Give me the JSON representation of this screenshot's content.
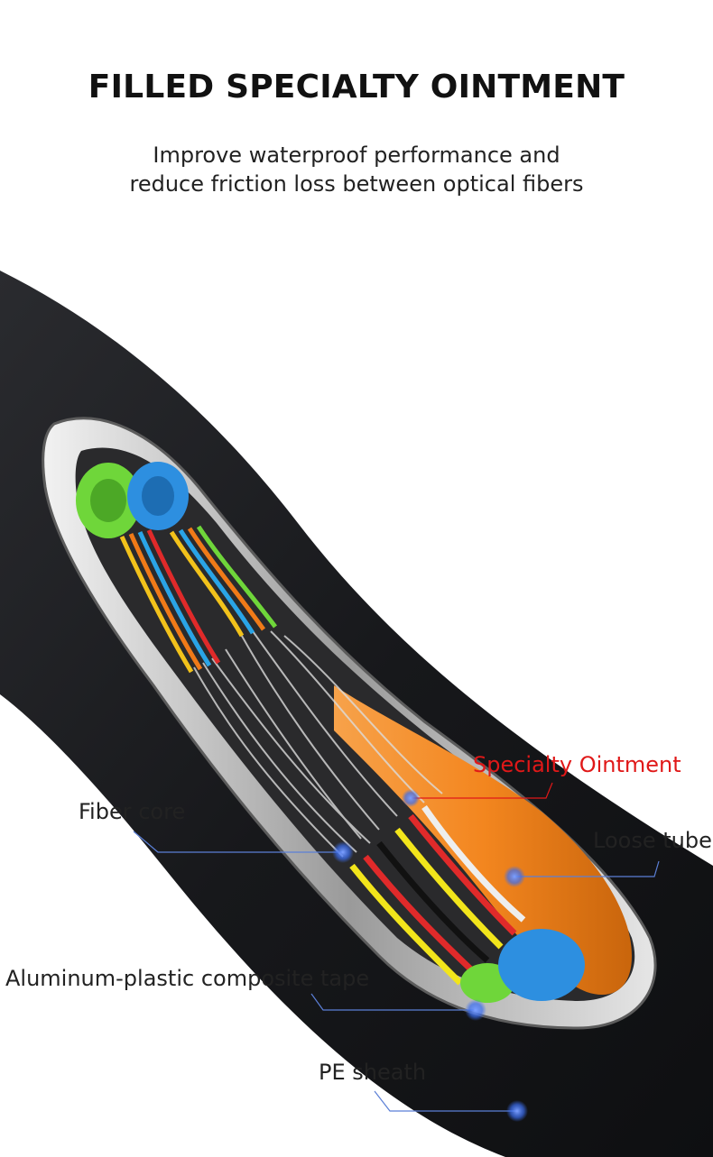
{
  "header": {
    "title": "FILLED SPECIALTY OINTMENT",
    "subtitle_lines": [
      "Improve waterproof performance and",
      "reduce friction loss between optical fibers"
    ]
  },
  "callouts": [
    {
      "id": "specialty-ointment",
      "label": "Specialty Ointment",
      "color": "#e01818"
    },
    {
      "id": "fiber-core",
      "label": "Fiber core",
      "color": "#222222"
    },
    {
      "id": "loose-tube",
      "label": "Loose tube",
      "color": "#222222"
    },
    {
      "id": "aluminum-tape",
      "label": "Aluminum-plastic composite tape",
      "color": "#222222"
    },
    {
      "id": "pe-sheath",
      "label": "PE sheath",
      "color": "#222222"
    }
  ],
  "colors": {
    "sheath": "#1c1d20",
    "leader_line": "#5b7fd6",
    "marker": "#3a6df0",
    "ointment": "#f3861f",
    "tube_green": "#6fd63a",
    "tube_blue": "#2d8fe0"
  }
}
